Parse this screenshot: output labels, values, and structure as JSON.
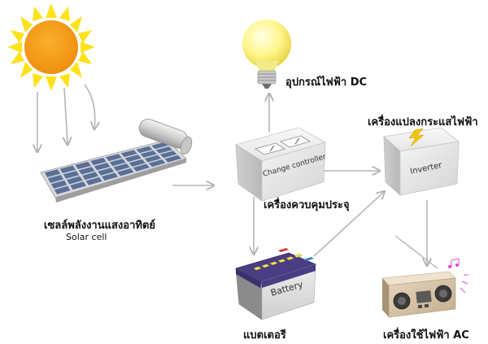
{
  "labels": {
    "bulb": "อุปกรณ์ไฟฟ้า DC",
    "inverter_th": "เครื่องแปลงกระแสไฟฟ้า",
    "controller_th": "เครื่องควบคุมประจุ",
    "solar_th": "เซลล์พลังงานแสงอาทิตย์",
    "solar_en": "Solar cell",
    "battery_th": "แบตเตอรี",
    "ac_th": "เครื่องใช้ไฟฟ้า AC"
  },
  "box_text": {
    "controller": "Change controller",
    "inverter": "Inverter",
    "battery": "Battery"
  },
  "colors": {
    "sun": "#f7a318",
    "sun_rays": "#ffe21a",
    "panel_cell": "#5a6f94",
    "battery_body": "#4a3d83",
    "arrow": "#b5b5b5"
  }
}
